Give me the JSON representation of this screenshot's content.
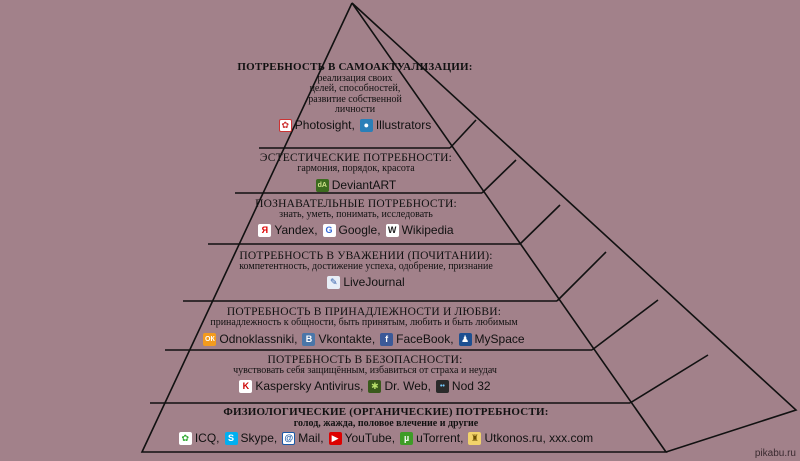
{
  "levels": [
    {
      "title": "ПОТРЕБНОСТЬ В САМОАКТУАЛИЗАЦИИ:",
      "desc": [
        "реализация своих",
        "целей, способностей,",
        "развитие собственной",
        "личности"
      ],
      "sites": [
        {
          "name": "Photosight",
          "icon": "photosight-icon"
        },
        {
          "name": "Illustrators",
          "icon": "illustrators-icon"
        }
      ]
    },
    {
      "title": "ЭСТЕСТИЧЕСКИЕ ПОТРЕБНОСТИ:",
      "desc": [
        "гармония, порядок, красота"
      ],
      "sites": [
        {
          "name": "DeviantART",
          "icon": "deviantart-icon"
        }
      ]
    },
    {
      "title": "ПОЗНАВАТЕЛЬНЫЕ ПОТРЕБНОСТИ:",
      "desc": [
        "знать, уметь, понимать, исследовать"
      ],
      "sites": [
        {
          "name": "Yandex",
          "icon": "yandex-icon"
        },
        {
          "name": "Google",
          "icon": "google-icon"
        },
        {
          "name": "Wikipedia",
          "icon": "wikipedia-icon"
        }
      ]
    },
    {
      "title": "ПОТРЕБНОСТЬ В УВАЖЕНИИ (ПОЧИТАНИИ):",
      "desc": [
        "компетентность, достижение успеха, одобрение, признание"
      ],
      "sites": [
        {
          "name": "LiveJournal",
          "icon": "livejournal-icon"
        }
      ]
    },
    {
      "title": "ПОТРЕБНОСТЬ В ПРИНАДЛЕЖНОСТИ И ЛЮБВИ:",
      "desc": [
        "принадлежность к общности, быть принятым, любить и быть любимым"
      ],
      "sites": [
        {
          "name": "Odnoklassniki",
          "icon": "odnoklassniki-icon"
        },
        {
          "name": "Vkontakte",
          "icon": "vkontakte-icon"
        },
        {
          "name": "FaceBook",
          "icon": "facebook-icon"
        },
        {
          "name": "MySpace",
          "icon": "myspace-icon"
        }
      ]
    },
    {
      "title": "ПОТРЕБНОСТЬ В БЕЗОПАСНОСТИ:",
      "desc": [
        "чувствовать себя защищённым, избавиться от страха и неудач"
      ],
      "sites": [
        {
          "name": "Kaspersky Antivirus",
          "icon": "kaspersky-icon"
        },
        {
          "name": "Dr. Web",
          "icon": "drweb-icon"
        },
        {
          "name": "Nod 32",
          "icon": "nod32-icon"
        }
      ]
    },
    {
      "title": "ФИЗИОЛОГИЧЕСКИЕ (ОРГАНИЧЕСКИЕ) ПОТРЕБНОСТИ:",
      "desc": [
        "голод, жажда, половое влечение и другие"
      ],
      "sites": [
        {
          "name": "ICQ",
          "icon": "icq-icon"
        },
        {
          "name": "Skype",
          "icon": "skype-icon"
        },
        {
          "name": "Mail",
          "icon": "mail-icon"
        },
        {
          "name": "YouTube",
          "icon": "youtube-icon"
        },
        {
          "name": "uTorrent",
          "icon": "utorrent-icon"
        },
        {
          "name": "Utkonos.ru, xxx.com",
          "icon": "utkonos-icon"
        }
      ]
    }
  ],
  "credit": "pikabu.ru",
  "colors": {
    "background": "#a2818a",
    "lines": "#111111"
  }
}
